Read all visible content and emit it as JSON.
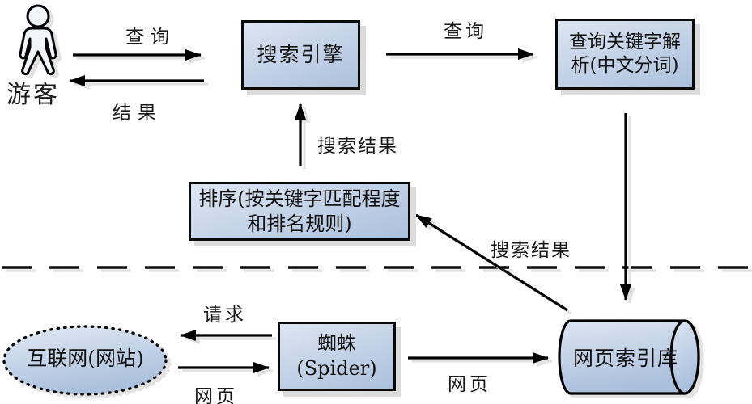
{
  "nodes": {
    "visitor": "游客",
    "engine": "搜索引擎",
    "parser_line1": "查询关键字解",
    "parser_line2": "析(中文分词)",
    "sort_line1": "排序(按关键字匹配程度",
    "sort_line2": "和排名规则)",
    "spider": "蜘蛛(Spider)",
    "internet": "互联网(网站)",
    "index_db": "网页索引库"
  },
  "labels": {
    "query_top": "查询",
    "result": "结果",
    "query_right": "查询",
    "search_result_up": "搜索结果",
    "search_result_diagonal": "搜索结果",
    "request": "请求",
    "webpage_left": "网页",
    "webpage_right": "网页"
  },
  "colors": {
    "node_fill_light": "#dde5f2",
    "node_fill_dark": "#abc1dd",
    "border": "#0a0a0a",
    "arrow": "#000000",
    "shadow": "#dbdbdb",
    "background": "#ffffff"
  }
}
